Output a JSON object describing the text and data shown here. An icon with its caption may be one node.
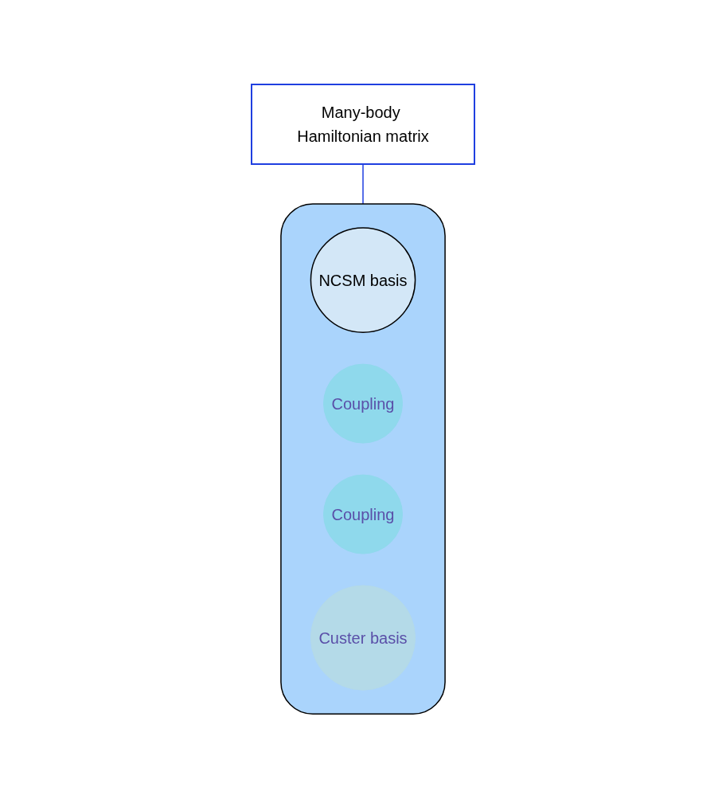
{
  "diagram": {
    "nodes": [
      {
        "text": [
          "Many-body Hamiltonian matrix"
        ]
      },
      {
        "text": [],
        "shape": "box"
      },
      {
        "text": [
          "NCSM basis"
        ],
        "in": 1
      },
      {
        "text": [
          "Coupling"
        ],
        "in": 1
      },
      {
        "text": [
          "Coupling"
        ],
        "in": 1
      },
      {
        "text": [
          "Custer basis"
        ],
        "in": 1
      }
    ],
    "edges": [
      {
        "from": 0,
        "to": 1,
        "arrow": "none"
      }
    ]
  }
}
